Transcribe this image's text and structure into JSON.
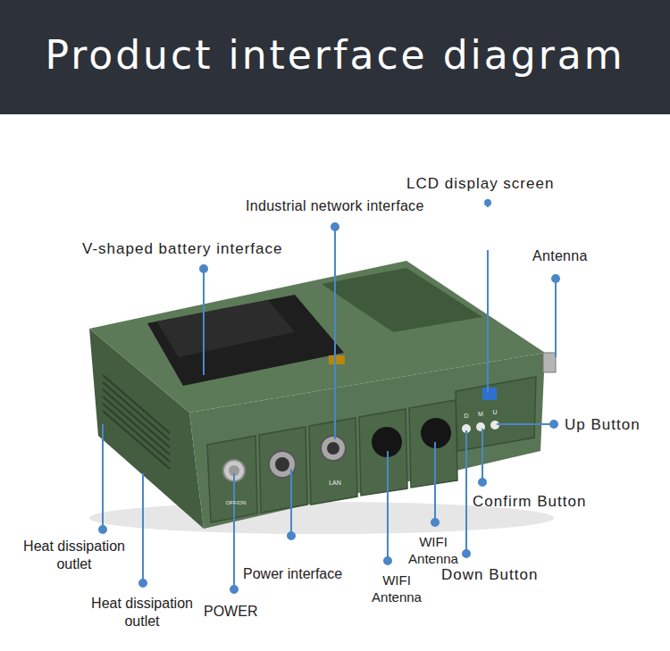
{
  "diagram": {
    "title": "Product interface diagram",
    "labels": [
      "LCD display screen",
      "Industrial network interface",
      "V-shaped battery interface",
      "Antenna",
      "Up Button",
      "Confirm Button",
      "Heat dissipation outlet",
      "WIFI Antenna",
      "Down Button",
      "Power interface",
      "WIFI Antenna",
      "Heat dissipation outlet",
      "POWER",
      "OFF/ON",
      "LAN",
      "D",
      "M",
      "U"
    ]
  }
}
